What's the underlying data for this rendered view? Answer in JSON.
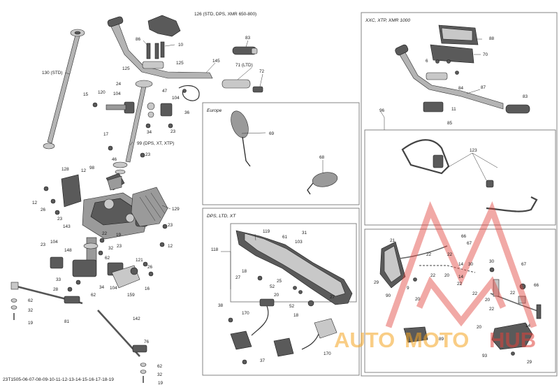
{
  "footer": {
    "code": "23T1505-06-07-08-09-10-11-12-13-14-15-16-17-18-19"
  },
  "watermark": {
    "text_a": "AUTO",
    "text_b": "MOTO",
    "text_c": "HUB",
    "color_orange": "#f5a623",
    "color_red": "#e0413a"
  },
  "boxes": {
    "europe": "Europe",
    "dps": "DPS, LTD, XT",
    "xxc": "XXC, XTP, XMR 1000"
  },
  "callouts": {
    "c126": "126 (STD, DPS, XMR 650-800)",
    "c86": "86",
    "c10": "10",
    "c83a": "83",
    "c125a": "125",
    "c125b": "125",
    "c145": "145",
    "c71": "71 (LTD)",
    "c72": "72",
    "c130": "130 (STD)",
    "c24": "24",
    "c47": "47",
    "c15": "15",
    "c120": "120",
    "c104a": "104",
    "c104b": "104",
    "c36": "36",
    "c34a": "34",
    "c23a": "23",
    "c17": "17",
    "c99": "99 (DPS, XT, XTP)",
    "c23b": "23",
    "c46": "46",
    "c128": "128",
    "c12a": "12",
    "c98": "98",
    "c12b": "12",
    "c26a": "26",
    "c23c": "23",
    "c143": "143",
    "c129": "129",
    "c23d": "23",
    "c22a": "22",
    "c32a": "32",
    "c23e": "23",
    "c104c": "104",
    "c148": "148",
    "c62a": "62",
    "c23f": "23",
    "c26b": "26",
    "c12c": "12",
    "c121": "121",
    "c33": "33",
    "c34b": "34",
    "c104d": "104",
    "c16": "16",
    "c28": "28",
    "c62b": "62",
    "c62c": "62",
    "c32b": "32",
    "c19a": "19",
    "c81": "81",
    "c159": "159",
    "c142": "142",
    "c76": "76",
    "c62d": "62",
    "c32c": "32",
    "c19b": "19",
    "c19c": "19",
    "c69": "69",
    "c68": "68",
    "c118": "118",
    "c119": "119",
    "c61": "61",
    "c31": "31",
    "c103": "103",
    "c18": "18",
    "c27a": "27",
    "c25": "25",
    "c52a": "52",
    "c20a": "20",
    "c52b": "52",
    "c38": "38",
    "c170a": "170",
    "c18b": "18",
    "c27b": "27",
    "c170b": "170",
    "c37": "37",
    "c88": "88",
    "c70": "70",
    "c6": "6",
    "c84": "84",
    "c87": "87",
    "c83b": "83",
    "c11": "11",
    "c85": "85",
    "c96": "96",
    "c123": "123",
    "c21": "21",
    "c66a": "66",
    "c67a": "67",
    "c22b": "22",
    "c14a": "14",
    "c30a": "30",
    "c30b": "30",
    "c29a": "29",
    "c90": "90",
    "c9": "9",
    "c20b": "20",
    "c20c": "20",
    "c22c": "22",
    "c22d": "22",
    "c22e": "22",
    "c67b": "67",
    "c66b": "66",
    "c14b": "14",
    "c20d": "20",
    "c89": "89",
    "c93": "93",
    "c29b": "29",
    "c22f": "22",
    "c22g": "22",
    "c22h": "22",
    "c14c": "14",
    "c20e": "20"
  }
}
